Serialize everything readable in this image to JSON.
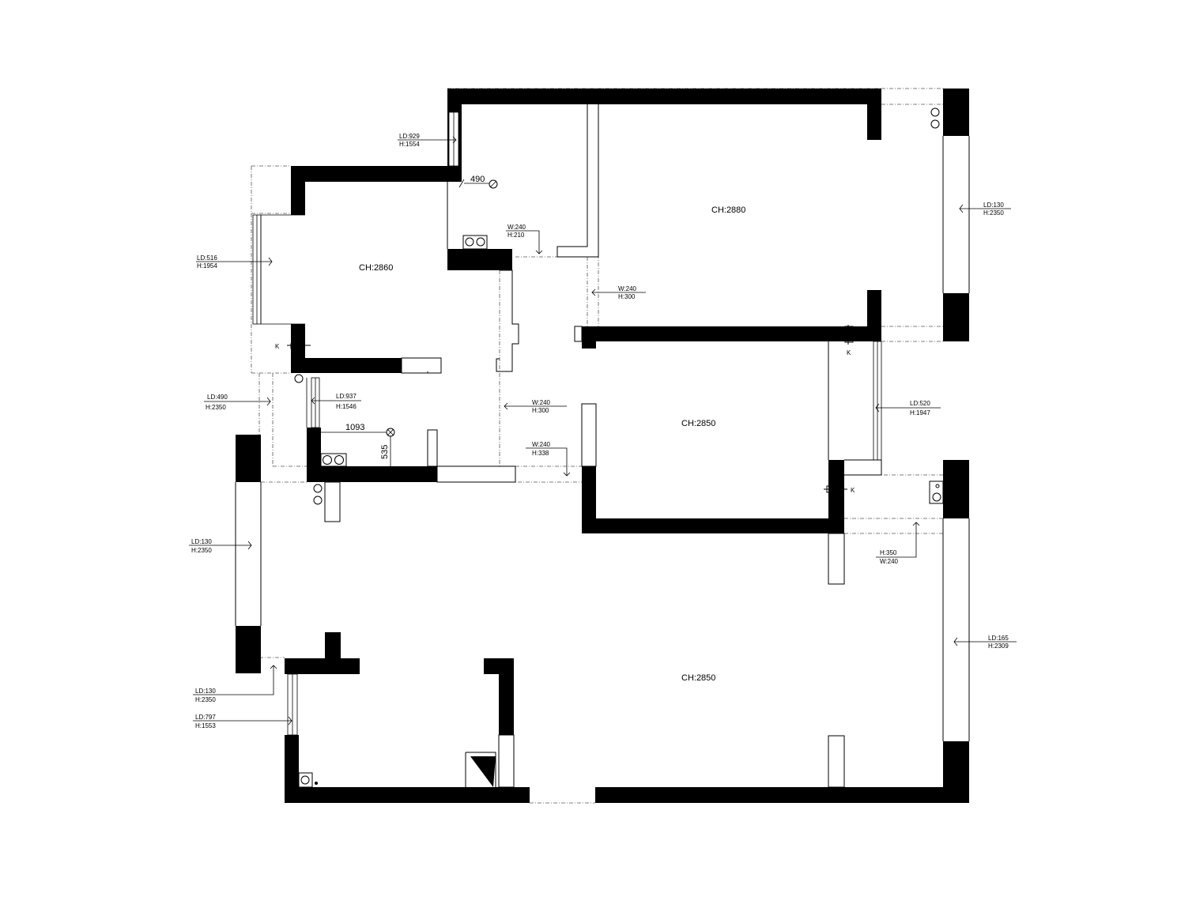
{
  "rooms": {
    "room_ch_2860": "CH:2860",
    "room_ch_2880": "CH:2880",
    "room_ch_2850_middle": "CH:2850",
    "room_ch_2850_living": "CH:2850"
  },
  "openings": {
    "ld_929": {
      "ld": "LD:929",
      "h": "H:1554"
    },
    "ld_516": {
      "ld": "LD:516",
      "h": "H:1954"
    },
    "ld_490": {
      "ld": "LD:490",
      "h": "H:2350"
    },
    "ld_937": {
      "ld": "LD:937",
      "h": "H:1546"
    },
    "ld_130_left_top": {
      "ld": "LD:130",
      "h": "H:2350"
    },
    "ld_130_left_bottom": {
      "ld": "LD:130",
      "h": "H:2350"
    },
    "ld_797": {
      "ld": "LD:797",
      "h": "H:1553"
    },
    "ld_130_right": {
      "ld": "LD:130",
      "h": "H:2350"
    },
    "ld_520": {
      "ld": "LD:520",
      "h": "H:1947"
    },
    "ld_165": {
      "ld": "LD:165",
      "h": "H:2309"
    }
  },
  "beams": {
    "beam_210": {
      "w": "W:240",
      "h": "H:210"
    },
    "beam_300_upper": {
      "w": "W:240",
      "h": "H:300"
    },
    "beam_300_lower": {
      "w": "W:240",
      "h": "H:300"
    },
    "beam_338": {
      "w": "W:240",
      "h": "H:338"
    },
    "beam_350": {
      "h": "H:350",
      "w": "W:240"
    }
  },
  "dimensions": {
    "dim_490": "490",
    "dim_1093": "1093",
    "dim_535": "535"
  },
  "colors": {
    "wall": "#000000",
    "background": "#ffffff",
    "guide_line": "#555555"
  }
}
